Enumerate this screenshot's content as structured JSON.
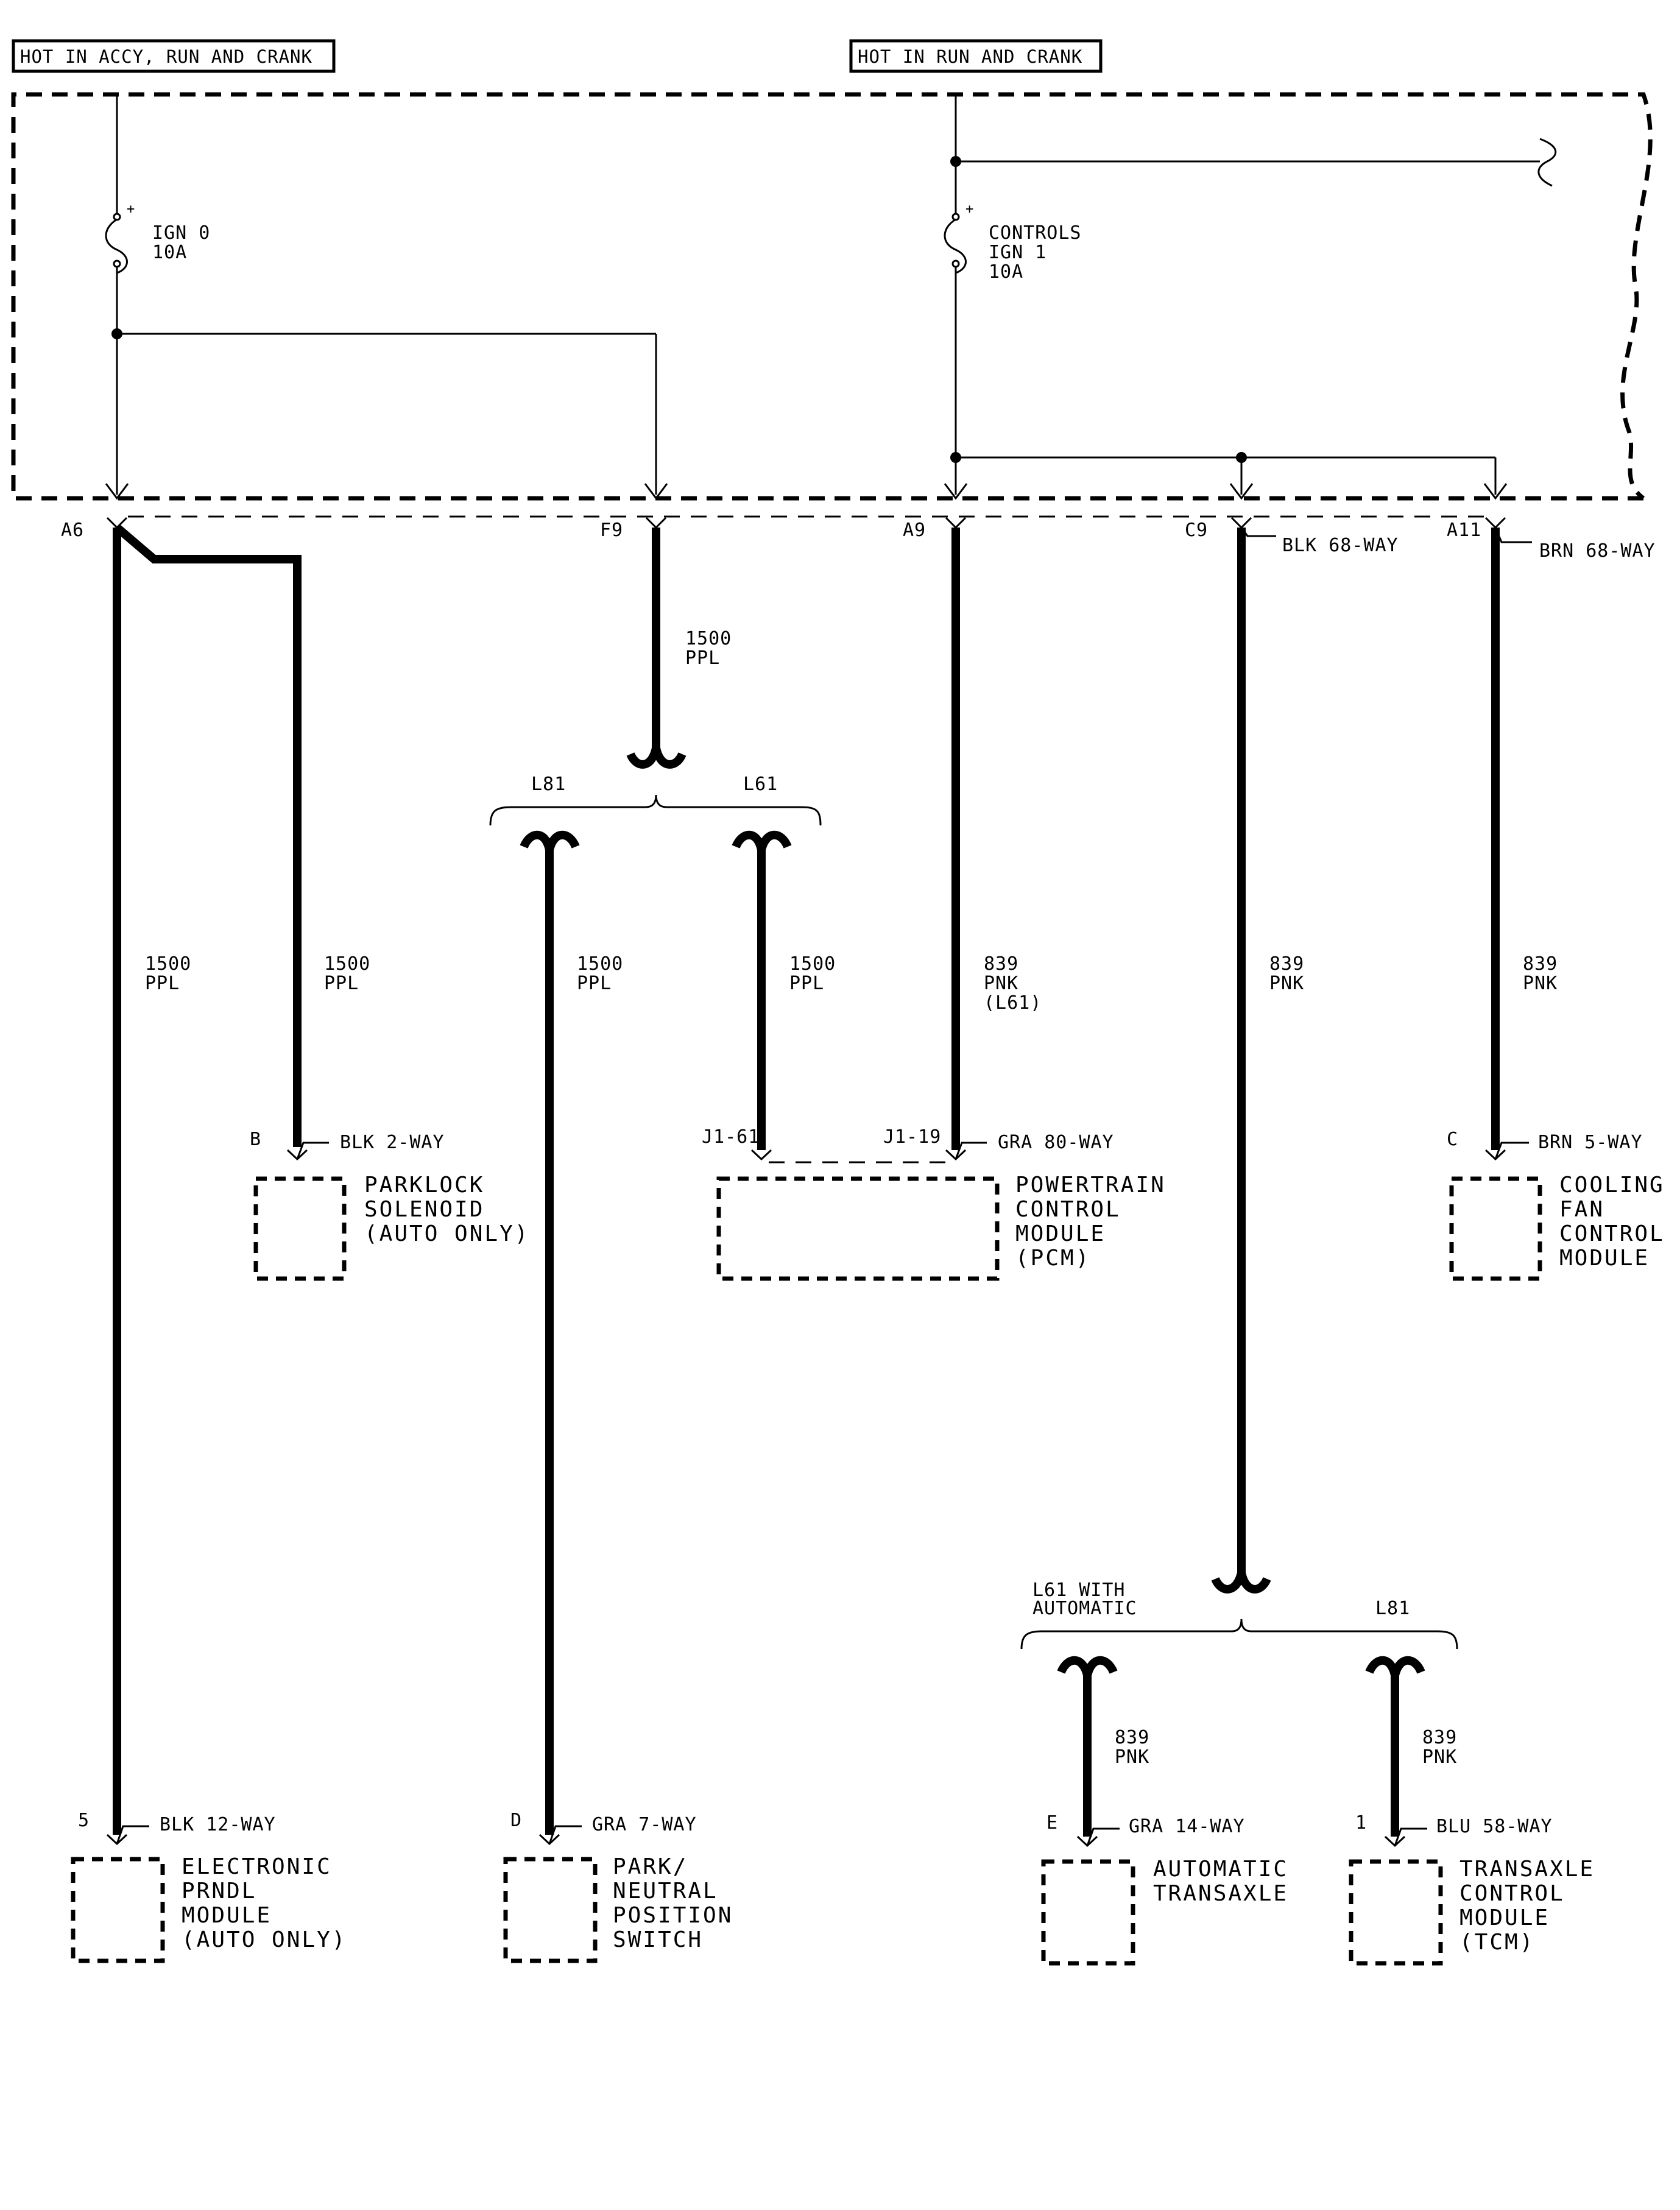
{
  "headers": {
    "left": "HOT IN ACCY, RUN AND CRANK",
    "right": "HOT IN RUN AND CRANK"
  },
  "fuses": {
    "ign0": {
      "name": "IGN 0",
      "rating": "10A"
    },
    "controls": {
      "line1": "CONTROLS",
      "line2": "IGN 1",
      "rating": "10A"
    }
  },
  "fuse_block_terminals": {
    "a6": "A6",
    "f9": "F9",
    "a9": "A9",
    "c9": "C9",
    "c9_connector": "BLK 68-WAY",
    "a11": "A11",
    "a11_connector": "BRN 68-WAY"
  },
  "wires": {
    "f9_trunk": {
      "circuit": "1500",
      "color": "PPL"
    },
    "prndl": {
      "circuit": "1500",
      "color": "PPL"
    },
    "parklock": {
      "circuit": "1500",
      "color": "PPL"
    },
    "pnp": {
      "circuit": "1500",
      "color": "PPL"
    },
    "pcm_j161": {
      "circuit": "1500",
      "color": "PPL"
    },
    "pcm_a9": {
      "circuit": "839",
      "color": "PNK",
      "option": "(L61)"
    },
    "c9_trunk": {
      "circuit": "839",
      "color": "PNK"
    },
    "fan": {
      "circuit": "839",
      "color": "PNK"
    },
    "auto_trans": {
      "circuit": "839",
      "color": "PNK"
    },
    "tcm": {
      "circuit": "839",
      "color": "PNK"
    }
  },
  "options": {
    "f9_left": "L81",
    "f9_right": "L61",
    "c9_left_line1": "L61 WITH",
    "c9_left_line2": "AUTOMATIC",
    "c9_right": "L81"
  },
  "components": {
    "parklock": {
      "pin": "B",
      "connector": "BLK 2-WAY",
      "lines": [
        "PARKLOCK",
        "SOLENOID",
        "(AUTO ONLY)"
      ]
    },
    "pcm": {
      "pin_left": "J1-61",
      "pin_right": "J1-19",
      "connector": "GRA 80-WAY",
      "lines": [
        "POWERTRAIN",
        "CONTROL",
        "MODULE",
        "(PCM)"
      ]
    },
    "fan": {
      "pin": "C",
      "connector": "BRN 5-WAY",
      "lines": [
        "COOLING",
        "FAN",
        "CONTROL",
        "MODULE"
      ]
    },
    "prndl": {
      "pin": "5",
      "connector": "BLK 12-WAY",
      "lines": [
        "ELECTRONIC",
        "PRNDL",
        "MODULE",
        "(AUTO ONLY)"
      ]
    },
    "pnp": {
      "pin": "D",
      "connector": "GRA 7-WAY",
      "lines": [
        "PARK/",
        "NEUTRAL",
        "POSITION",
        "SWITCH"
      ]
    },
    "auto_trans": {
      "pin": "E",
      "connector": "GRA 14-WAY",
      "lines": [
        "AUTOMATIC",
        "TRANSAXLE"
      ]
    },
    "tcm": {
      "pin": "1",
      "connector": "BLU 58-WAY",
      "lines": [
        "TRANSAXLE",
        "CONTROL",
        "MODULE",
        "(TCM)"
      ]
    }
  }
}
